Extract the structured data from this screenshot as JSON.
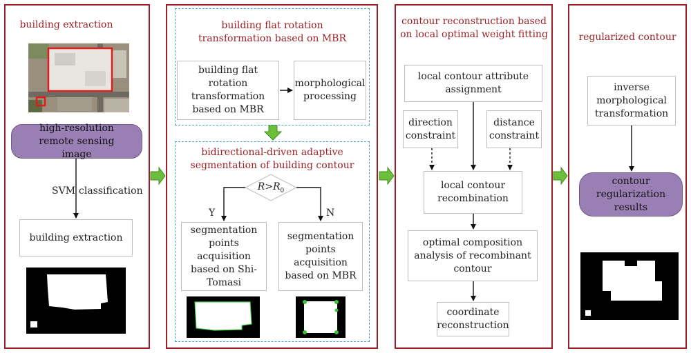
{
  "panels": {
    "extraction": {
      "title": "building extraction",
      "pill": "high-resolution remote sensing image",
      "edge_label_left": "SVM",
      "edge_label_right": "classification",
      "box": "building extraction"
    },
    "rotation": {
      "group1_title": "building flat rotation transformation based on MBR",
      "box_rotation": "building flat rotation transformation based on MBR",
      "box_morph": "morphological processing",
      "group2_title": "bidirectional-driven adaptive segmentation of building contour",
      "decision_R": "R",
      "decision_op": ">",
      "decision_R0": "R",
      "decision_sub": "0",
      "branch_yes": "Y",
      "branch_no": "N",
      "box_shi": "segmentation points acquisition based on Shi-Tomasi",
      "box_mbr": "segmentation points acquisition based on MBR"
    },
    "reconstruction": {
      "title": "contour reconstruction based on local optimal weight fitting",
      "box_local_attr": "local contour attribute assignment",
      "box_direction": "direction constraint",
      "box_distance": "distance constraint",
      "box_recombination": "local contour recombination",
      "box_optimal": "optimal composition analysis of recombinant contour",
      "box_coordinate": "coordinate reconstruction"
    },
    "regularized": {
      "title": "regularized contour",
      "box_inverse": "inverse morphological transformation",
      "pill": "contour regularization results"
    }
  },
  "colors": {
    "panel_border": "#a11e24",
    "title_text": "#9b2226",
    "dashed_border": "#4a9fd8",
    "pill_fill": "#9a7fb5",
    "arrow_green": "#6bbf3a",
    "corner_green": "#3fbf3f"
  }
}
